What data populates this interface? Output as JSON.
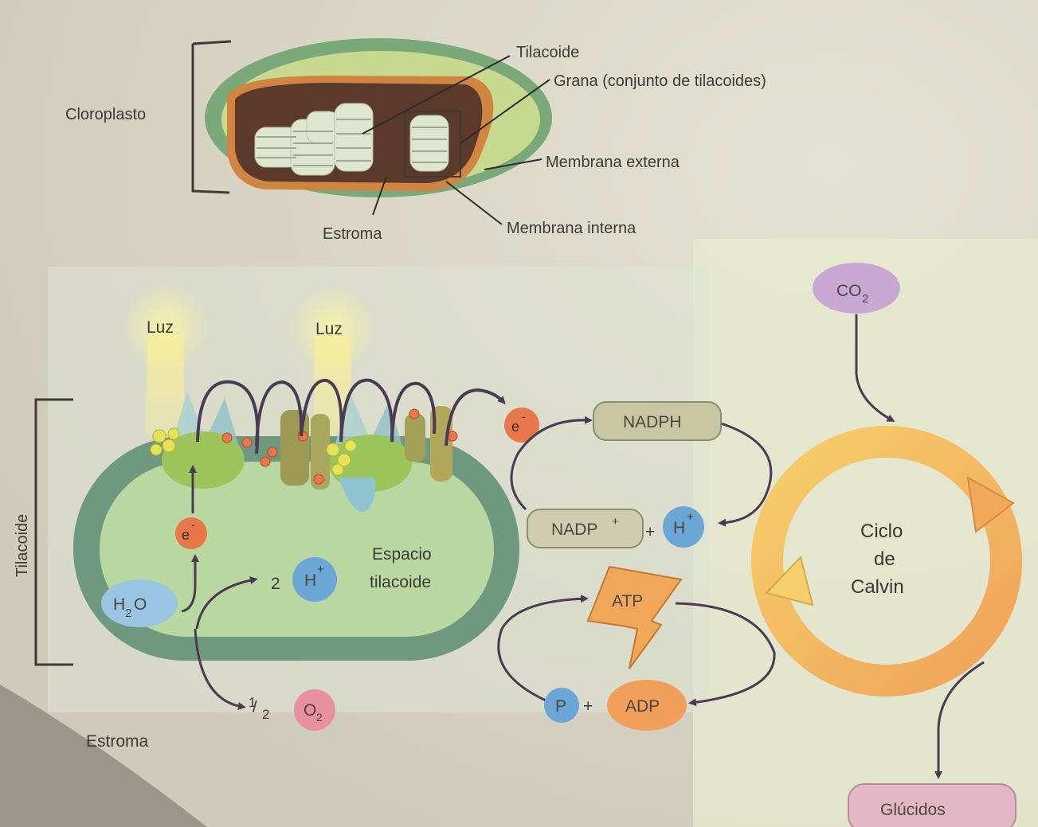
{
  "colors": {
    "background": "#d9d6c9",
    "outer_membrane": "#6d9a6e",
    "stroma_dark": "#5b3a2c",
    "thylakoid_green": "#b8d9a0",
    "light_glow": "#f3ec9a",
    "electron": "#e8774a",
    "h_ion": "#6aa6d6",
    "o2": "#e8909e",
    "co2": "#c9a8d3",
    "calvin_ring": "#f2b25a",
    "arrow": "#4c3a55"
  },
  "chloroplast": {
    "label_chloroplast": "Cloroplasto",
    "label_thylakoid": "Tilacoide",
    "label_grana": "Grana (conjunto de tilacoides)",
    "label_outer_membrane": "Membrana externa",
    "label_inner_membrane": "Membrana interna",
    "label_stroma": "Estroma"
  },
  "thylakoid": {
    "side_label": "Tilacoide",
    "space_line1": "Espacio",
    "space_line2": "tilacoide",
    "stroma_label": "Estroma",
    "light_1": "Luz",
    "light_2": "Luz",
    "water": "H",
    "water_sub": "2",
    "water_end": "O",
    "electron_symbol": "e",
    "electron_sup": "-",
    "h_coef": "2",
    "h_symbol": "H",
    "h_sup": "+",
    "o2_num": "1",
    "o2_den": "2",
    "o2_symbol": "O",
    "o2_sub": "2"
  },
  "light_reactions": {
    "electron_symbol": "e",
    "electron_sup": "-",
    "nadph": "NADPH",
    "nadp": "NADP",
    "nadp_sup": "+",
    "plus_1": "+",
    "h_symbol": "H",
    "h_sup": "+",
    "atp": "ATP",
    "p": "P",
    "plus_2": "+",
    "adp": "ADP"
  },
  "calvin": {
    "co2": "CO",
    "co2_sub": "2",
    "line1": "Ciclo",
    "line2": "de",
    "line3": "Calvin",
    "glucids": "Glúcidos"
  }
}
